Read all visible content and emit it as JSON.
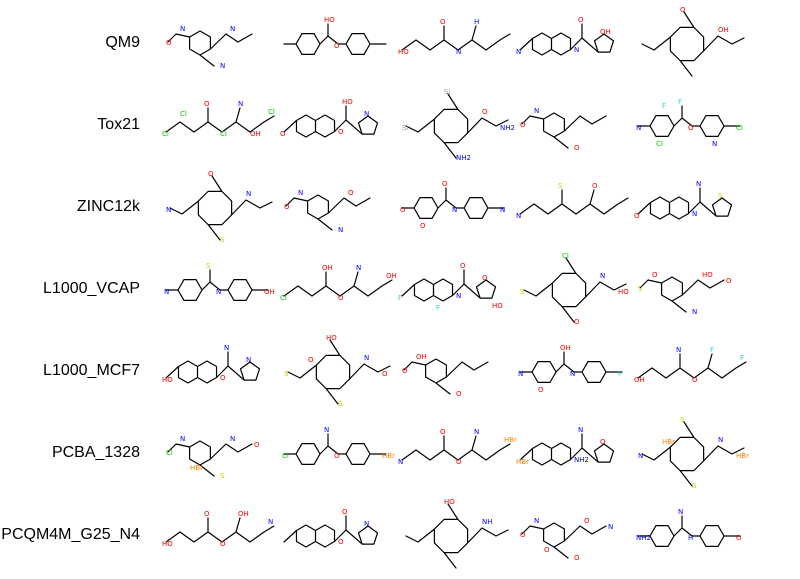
{
  "colors": {
    "bond": "#000000",
    "oxygen": "#ff0000",
    "nitrogen": "#0000ff",
    "chlorine": "#00cc00",
    "fluorine": "#33cccc",
    "sulfur": "#cccc00",
    "silicon": "#999999",
    "phosphorus": "#ff8000"
  },
  "rows": [
    {
      "dataset": "QM9",
      "molecules": [
        {
          "icon": "triazole-molecule",
          "atoms": [
            {
              "t": "O",
              "c": "oxygen"
            },
            {
              "t": "N",
              "c": "nitrogen"
            },
            {
              "t": "N",
              "c": "nitrogen"
            },
            {
              "t": "N",
              "c": "nitrogen"
            }
          ]
        },
        {
          "icon": "alkyne-ketone-molecule",
          "atoms": [
            {
              "t": "HO",
              "c": "oxygen"
            },
            {
              "t": "O",
              "c": "oxygen"
            }
          ]
        },
        {
          "icon": "propargyl-amide-molecule",
          "atoms": [
            {
              "t": "HO",
              "c": "oxygen"
            },
            {
              "t": "O",
              "c": "oxygen"
            },
            {
              "t": "H",
              "c": "nitrogen"
            },
            {
              "t": "N",
              "c": "nitrogen"
            }
          ]
        },
        {
          "icon": "bicyclic-nitrile-molecule",
          "atoms": [
            {
              "t": "O",
              "c": "oxygen"
            },
            {
              "t": "N",
              "c": "nitrogen"
            },
            {
              "t": "OH",
              "c": "oxygen"
            },
            {
              "t": "N",
              "c": "nitrogen"
            }
          ]
        },
        {
          "icon": "epoxide-cyclobutanol-molecule",
          "atoms": [
            {
              "t": "O",
              "c": "oxygen"
            },
            {
              "t": "OH",
              "c": "oxygen"
            }
          ]
        }
      ]
    },
    {
      "dataset": "Tox21",
      "molecules": [
        {
          "icon": "dichloro-benzamide-molecule",
          "atoms": [
            {
              "t": "Cl",
              "c": "chlorine"
            },
            {
              "t": "O",
              "c": "oxygen"
            },
            {
              "t": "N",
              "c": "nitrogen"
            },
            {
              "t": "Cl",
              "c": "chlorine"
            },
            {
              "t": "Cl",
              "c": "chlorine"
            },
            {
              "t": "Cl",
              "c": "chlorine"
            },
            {
              "t": "OH",
              "c": "oxygen"
            }
          ]
        },
        {
          "icon": "nitrobenzoic-acid-molecule",
          "atoms": [
            {
              "t": "HO",
              "c": "oxygen"
            },
            {
              "t": "O",
              "c": "oxygen"
            },
            {
              "t": "N",
              "c": "nitrogen"
            },
            {
              "t": "O",
              "c": "oxygen"
            }
          ]
        },
        {
          "icon": "siloxane-diamine-molecule",
          "atoms": [
            {
              "t": "Si",
              "c": "silicon"
            },
            {
              "t": "O",
              "c": "oxygen"
            },
            {
              "t": "Si",
              "c": "silicon"
            },
            {
              "t": "NH2",
              "c": "nitrogen"
            },
            {
              "t": "NH2",
              "c": "nitrogen"
            }
          ]
        },
        {
          "icon": "nitro-chalcone-molecule",
          "atoms": [
            {
              "t": "O",
              "c": "oxygen"
            },
            {
              "t": "N",
              "c": "nitrogen"
            },
            {
              "t": "O",
              "c": "oxygen"
            }
          ]
        },
        {
          "icon": "trifluoromethyl-piperidine-molecule",
          "atoms": [
            {
              "t": "F",
              "c": "fluorine"
            },
            {
              "t": "O",
              "c": "oxygen"
            },
            {
              "t": "N",
              "c": "nitrogen"
            },
            {
              "t": "Cl",
              "c": "chlorine"
            },
            {
              "t": "Cl",
              "c": "chlorine"
            },
            {
              "t": "N",
              "c": "nitrogen"
            },
            {
              "t": "F",
              "c": "fluorine"
            }
          ]
        }
      ]
    },
    {
      "dataset": "ZINC12k",
      "molecules": [
        {
          "icon": "thiazole-urea-molecule",
          "atoms": [
            {
              "t": "O",
              "c": "oxygen"
            },
            {
              "t": "N",
              "c": "nitrogen"
            },
            {
              "t": "N",
              "c": "nitrogen"
            },
            {
              "t": "S",
              "c": "sulfur"
            }
          ]
        },
        {
          "icon": "spiro-pyrimidine-molecule",
          "atoms": [
            {
              "t": "O",
              "c": "oxygen"
            },
            {
              "t": "N",
              "c": "nitrogen"
            },
            {
              "t": "N",
              "c": "nitrogen"
            },
            {
              "t": "O",
              "c": "oxygen"
            }
          ]
        },
        {
          "icon": "imidazolidinone-furan-molecule",
          "atoms": [
            {
              "t": "O",
              "c": "oxygen"
            },
            {
              "t": "N",
              "c": "nitrogen"
            },
            {
              "t": "O",
              "c": "oxygen"
            },
            {
              "t": "N",
              "c": "nitrogen"
            },
            {
              "t": "O",
              "c": "oxygen"
            }
          ]
        },
        {
          "icon": "norbornane-sulfonamide-molecule",
          "atoms": [
            {
              "t": "N",
              "c": "nitrogen"
            },
            {
              "t": "S",
              "c": "sulfur"
            },
            {
              "t": "O",
              "c": "oxygen"
            }
          ]
        },
        {
          "icon": "azepane-sulfone-molecule",
          "atoms": [
            {
              "t": "N",
              "c": "nitrogen"
            },
            {
              "t": "N",
              "c": "nitrogen"
            },
            {
              "t": "S",
              "c": "sulfur"
            },
            {
              "t": "O",
              "c": "oxygen"
            }
          ]
        }
      ]
    },
    {
      "dataset": "L1000_VCAP",
      "molecules": [
        {
          "icon": "thiazole-azetidine-molecule",
          "atoms": [
            {
              "t": "S",
              "c": "sulfur"
            },
            {
              "t": "N",
              "c": "nitrogen"
            },
            {
              "t": "N",
              "c": "nitrogen"
            },
            {
              "t": "OH",
              "c": "oxygen"
            }
          ]
        },
        {
          "icon": "chlorophenyl-acid-molecule",
          "atoms": [
            {
              "t": "Cl",
              "c": "chlorine"
            },
            {
              "t": "OH",
              "c": "oxygen"
            },
            {
              "t": "N",
              "c": "nitrogen"
            },
            {
              "t": "O",
              "c": "oxygen"
            },
            {
              "t": "OH",
              "c": "oxygen"
            }
          ]
        },
        {
          "icon": "fluorophenyl-macrocycle-molecule",
          "atoms": [
            {
              "t": "O",
              "c": "oxygen"
            },
            {
              "t": "N",
              "c": "nitrogen"
            },
            {
              "t": "O",
              "c": "oxygen"
            },
            {
              "t": "F",
              "c": "fluorine"
            },
            {
              "t": "F",
              "c": "fluorine"
            },
            {
              "t": "HO",
              "c": "oxygen"
            }
          ]
        },
        {
          "icon": "chlorobenzyl-sulfonamide-molecule",
          "atoms": [
            {
              "t": "Cl",
              "c": "chlorine"
            },
            {
              "t": "N",
              "c": "nitrogen"
            },
            {
              "t": "S",
              "c": "sulfur"
            },
            {
              "t": "O",
              "c": "oxygen"
            },
            {
              "t": "HO",
              "c": "oxygen"
            }
          ]
        },
        {
          "icon": "sulfonyl-macrocycle-molecule",
          "atoms": [
            {
              "t": "S",
              "c": "sulfur"
            },
            {
              "t": "O",
              "c": "oxygen"
            },
            {
              "t": "N",
              "c": "nitrogen"
            },
            {
              "t": "HO",
              "c": "oxygen"
            },
            {
              "t": "O",
              "c": "oxygen"
            }
          ]
        }
      ]
    },
    {
      "dataset": "L1000_MCF7",
      "molecules": [
        {
          "icon": "oxocane-cyclobutyl-urea-molecule",
          "atoms": [
            {
              "t": "N",
              "c": "nitrogen"
            },
            {
              "t": "O",
              "c": "oxygen"
            },
            {
              "t": "N",
              "c": "nitrogen"
            },
            {
              "t": "HO",
              "c": "oxygen"
            }
          ]
        },
        {
          "icon": "bis-sulfonamide-macrocycle-molecule",
          "atoms": [
            {
              "t": "HO",
              "c": "oxygen"
            },
            {
              "t": "N",
              "c": "nitrogen"
            },
            {
              "t": "S",
              "c": "sulfur"
            },
            {
              "t": "S",
              "c": "sulfur"
            },
            {
              "t": "O",
              "c": "oxygen"
            },
            {
              "t": "O",
              "c": "oxygen"
            }
          ]
        },
        {
          "icon": "bicyclic-ester-molecule",
          "atoms": [
            {
              "t": "O",
              "c": "oxygen"
            },
            {
              "t": "OH",
              "c": "oxygen"
            },
            {
              "t": "O",
              "c": "oxygen"
            }
          ]
        },
        {
          "icon": "fused-azetidine-molecule",
          "atoms": [
            {
              "t": "OH",
              "c": "oxygen"
            },
            {
              "t": "N",
              "c": "nitrogen"
            },
            {
              "t": "N",
              "c": "nitrogen"
            },
            {
              "t": "F",
              "c": "fluorine"
            },
            {
              "t": "O",
              "c": "oxygen"
            }
          ]
        },
        {
          "icon": "difluorophenyl-azetidine-molecule",
          "atoms": [
            {
              "t": "OH",
              "c": "oxygen"
            },
            {
              "t": "N",
              "c": "nitrogen"
            },
            {
              "t": "F",
              "c": "fluorine"
            },
            {
              "t": "O",
              "c": "oxygen"
            },
            {
              "t": "F",
              "c": "fluorine"
            }
          ]
        }
      ]
    },
    {
      "dataset": "PCBA_1328",
      "molecules": [
        {
          "icon": "thiadiazine-furan-molecule",
          "atoms": [
            {
              "t": "Cl",
              "c": "chlorine"
            },
            {
              "t": "N",
              "c": "nitrogen"
            },
            {
              "t": "S",
              "c": "sulfur"
            },
            {
              "t": "N",
              "c": "nitrogen"
            },
            {
              "t": "O",
              "c": "oxygen"
            },
            {
              "t": "HBr",
              "c": "phosphorus"
            }
          ]
        },
        {
          "icon": "piperidine-chlorobenzamide-molecule",
          "atoms": [
            {
              "t": "N",
              "c": "nitrogen"
            },
            {
              "t": "O",
              "c": "oxygen"
            },
            {
              "t": "Cl",
              "c": "chlorine"
            },
            {
              "t": "HBr",
              "c": "phosphorus"
            }
          ]
        },
        {
          "icon": "bis-piperidine-ketone-molecule",
          "atoms": [
            {
              "t": "N",
              "c": "nitrogen"
            },
            {
              "t": "O",
              "c": "oxygen"
            },
            {
              "t": "N",
              "c": "nitrogen"
            },
            {
              "t": "O",
              "c": "oxygen"
            },
            {
              "t": "HBr",
              "c": "phosphorus"
            }
          ]
        },
        {
          "icon": "triazine-benzyloxy-molecule",
          "atoms": [
            {
              "t": "N",
              "c": "nitrogen"
            },
            {
              "t": "NH2",
              "c": "nitrogen"
            },
            {
              "t": "O",
              "c": "oxygen"
            },
            {
              "t": "HBr",
              "c": "phosphorus"
            }
          ]
        },
        {
          "icon": "bithiazole-molecule",
          "atoms": [
            {
              "t": "S",
              "c": "sulfur"
            },
            {
              "t": "N",
              "c": "nitrogen"
            },
            {
              "t": "N",
              "c": "nitrogen"
            },
            {
              "t": "S",
              "c": "sulfur"
            },
            {
              "t": "HBr",
              "c": "phosphorus"
            },
            {
              "t": "HBr",
              "c": "phosphorus"
            }
          ]
        }
      ]
    },
    {
      "dataset": "PCQM4M_G25_N4",
      "molecules": [
        {
          "icon": "dimethylamino-diacid-molecule",
          "atoms": [
            {
              "t": "HO",
              "c": "oxygen"
            },
            {
              "t": "O",
              "c": "oxygen"
            },
            {
              "t": "OH",
              "c": "oxygen"
            },
            {
              "t": "O",
              "c": "oxygen"
            },
            {
              "t": "N",
              "c": "nitrogen"
            }
          ]
        },
        {
          "icon": "alkynyl-bicyclic-lactam-molecule",
          "atoms": [
            {
              "t": "O",
              "c": "oxygen"
            },
            {
              "t": "O",
              "c": "oxygen"
            },
            {
              "t": "N",
              "c": "nitrogen"
            }
          ]
        },
        {
          "icon": "pyrrole-hexanol-molecule",
          "atoms": [
            {
              "t": "HO",
              "c": "oxygen"
            },
            {
              "t": "NH",
              "c": "nitrogen"
            }
          ]
        },
        {
          "icon": "dinitro-lactone-molecule",
          "atoms": [
            {
              "t": "O",
              "c": "oxygen"
            },
            {
              "t": "N",
              "c": "nitrogen"
            },
            {
              "t": "O",
              "c": "oxygen"
            },
            {
              "t": "O",
              "c": "oxygen"
            },
            {
              "t": "N",
              "c": "nitrogen"
            },
            {
              "t": "O",
              "c": "oxygen"
            }
          ]
        },
        {
          "icon": "aminopyridine-furan-molecule",
          "atoms": [
            {
              "t": "N",
              "c": "nitrogen"
            },
            {
              "t": "H",
              "c": "nitrogen"
            },
            {
              "t": "NH2",
              "c": "nitrogen"
            },
            {
              "t": "O",
              "c": "oxygen"
            }
          ]
        }
      ]
    }
  ]
}
